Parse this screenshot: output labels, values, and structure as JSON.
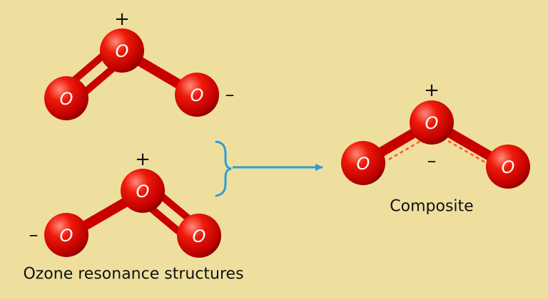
{
  "atom_label": "O",
  "charges": {
    "positive": "+",
    "negative": "–"
  },
  "captions": {
    "resonance": "Ozone resonance structures",
    "composite": "Composite"
  },
  "colors": {
    "background": "#efdf9f",
    "atom": "#e00000",
    "atom_highlight": "#ff7a6a",
    "atom_shadow": "#8a0000",
    "bond": "#d40000",
    "partial_bond": "#ff5a2a",
    "arrow": "#2a9fd8",
    "brace": "#2a9fd8",
    "text": "#111111"
  },
  "structures": [
    {
      "name": "resonance-structure-1",
      "atoms": [
        "left",
        "center",
        "right"
      ],
      "double_bond": "left-center",
      "single_bond": "center-right",
      "charges": {
        "center": "positive",
        "right": "negative"
      }
    },
    {
      "name": "resonance-structure-2",
      "atoms": [
        "left",
        "center",
        "right"
      ],
      "double_bond": "center-right",
      "single_bond": "left-center",
      "charges": {
        "center": "positive",
        "left": "negative"
      }
    },
    {
      "name": "composite-structure",
      "atoms": [
        "left",
        "center",
        "right"
      ],
      "partial_bonds": [
        "left-center",
        "center-right"
      ],
      "charges": {
        "center": "positive",
        "delocalized": "negative"
      }
    }
  ],
  "icons": {
    "brace": "curly-brace-icon",
    "arrow": "right-arrow-icon"
  }
}
